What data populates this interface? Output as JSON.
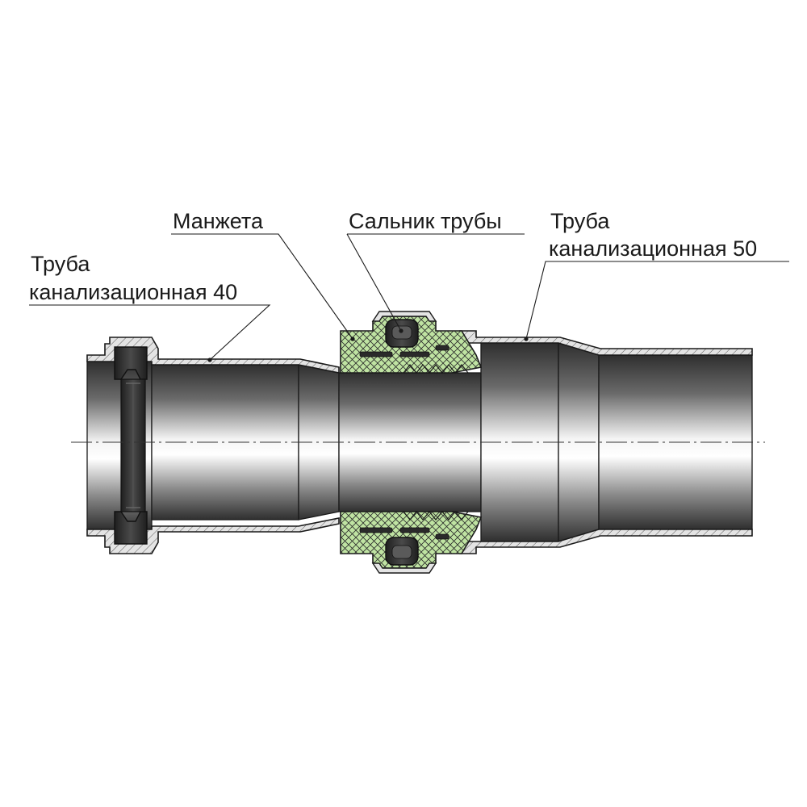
{
  "labels": {
    "pipe40_line1": "Труба",
    "pipe40_line2": "канализационная 40",
    "cuff": "Манжета",
    "gland": "Сальник трубы",
    "pipe50_line1": "Труба",
    "pipe50_line2": "канализационная 50"
  },
  "colors": {
    "outline": "#1a1a1a",
    "wall_fill": "#e2e2e2",
    "seal_fill": "#bfe3a2",
    "rubber": "#2a2a2a",
    "bore_dark": "#3a3a3a",
    "bore_light": "#f2f2f2"
  }
}
